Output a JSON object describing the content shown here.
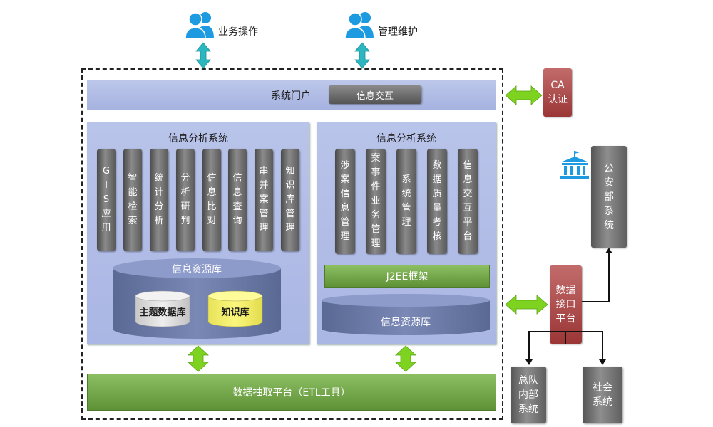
{
  "top_actors": {
    "business": "业务操作",
    "admin": "管理维护"
  },
  "portal": {
    "label": "系统门户",
    "button": "信息交互"
  },
  "ca": "CA\n认证",
  "left_panel": {
    "title": "信息分析系统",
    "modules": [
      "G\nI\nS\n应\n用",
      "智\n能\n检\n索",
      "统\n计\n分\n析",
      "分\n析\n研\n判",
      "信\n息\n比\n对",
      "信\n息\n查\n询",
      "串\n并\n案\n管\n理",
      "知\n识\n库\n管\n理"
    ],
    "db_title": "信息资源库",
    "db_sub1": "主题数据库",
    "db_sub2": "知识库"
  },
  "right_panel": {
    "title": "信息分析系统",
    "modules": [
      "涉\n案\n信\n息\n管\n理",
      "案\n事\n件\n业\n务\n管\n理",
      "系\n统\n管\n理",
      "数\n据\n质\n量\n考\n核",
      "信\n息\n交\n互\n平\n台"
    ],
    "framework": "J2EE框架",
    "db_title": "信息资源库"
  },
  "etl": "数据抽取平台（ETL工具）",
  "external": {
    "police": "公\n安\n部\n系\n统",
    "interface": "数据\n接口\n平台",
    "corps": "总队\n内部\n系统",
    "social": "社会\n系统"
  },
  "colors": {
    "accent_blue": "#1e9be0",
    "teal_arrow": "#2bb6c0",
    "green_arrow": "#7ed321",
    "red_box": "#a23d3d",
    "panel_blue": "#aab6e3"
  }
}
